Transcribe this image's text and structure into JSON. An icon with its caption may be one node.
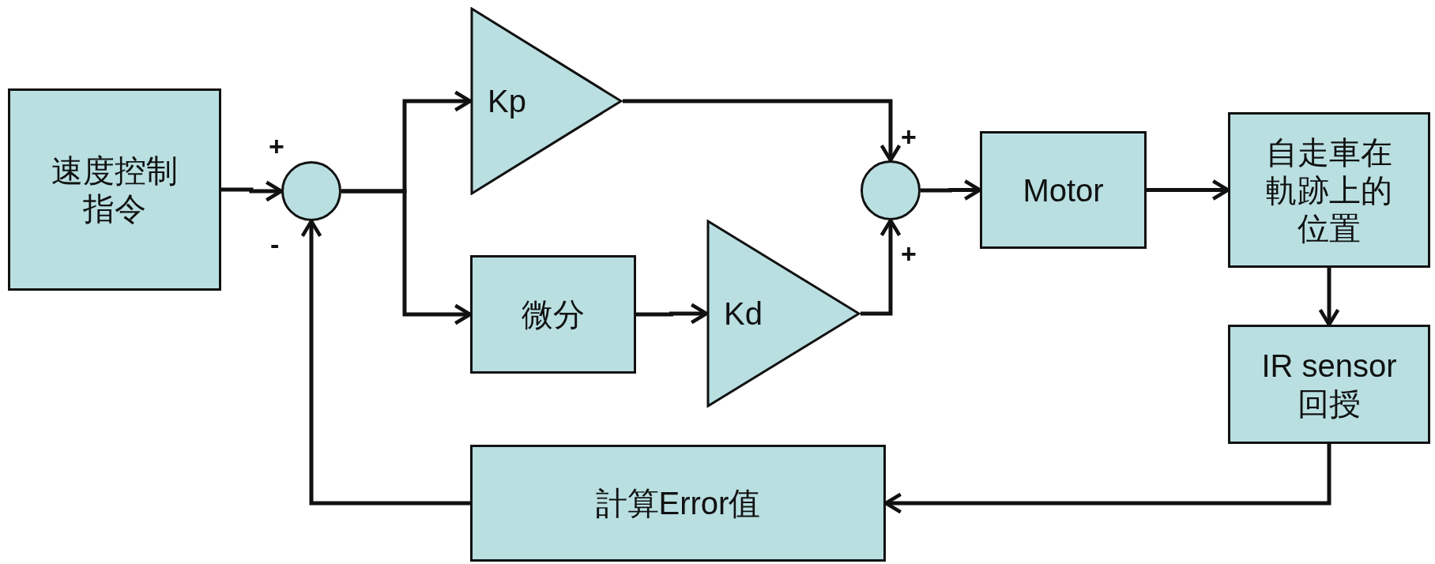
{
  "diagram": {
    "nodes": [
      {
        "text": [
          "速度控制指令"
        ]
      },
      {
        "text": [],
        "shape": "circle",
        "beside": [
          "+",
          "-"
        ]
      },
      {
        "text": [
          "Kp"
        ]
      },
      {
        "text": [
          "微分"
        ]
      },
      {
        "text": [
          "Kd"
        ]
      },
      {
        "text": [],
        "shape": "circle",
        "beside": [
          "+",
          "+"
        ]
      },
      {
        "text": [
          "Motor"
        ]
      },
      {
        "text": [
          "自走車在軌跡上的位置"
        ]
      },
      {
        "text": [
          "IR sensor 回授"
        ]
      },
      {
        "text": [
          "計算Error值"
        ]
      }
    ],
    "edges": [
      {
        "from": 0,
        "to": 1,
        "arrow": "to"
      },
      {
        "from": 1,
        "to": 2,
        "arrow": "to"
      },
      {
        "from": 1,
        "to": 3,
        "arrow": "to"
      },
      {
        "from": 3,
        "to": 4,
        "arrow": "to"
      },
      {
        "from": 2,
        "to": 5,
        "arrow": "to"
      },
      {
        "from": 4,
        "to": 5,
        "arrow": "to"
      },
      {
        "from": 5,
        "to": 6,
        "arrow": "to"
      },
      {
        "from": 6,
        "to": 7,
        "arrow": "to"
      },
      {
        "from": 7,
        "to": 8,
        "arrow": "to"
      },
      {
        "from": 8,
        "to": 9,
        "arrow": "to"
      },
      {
        "from": 9,
        "to": 1,
        "arrow": "to"
      }
    ]
  }
}
